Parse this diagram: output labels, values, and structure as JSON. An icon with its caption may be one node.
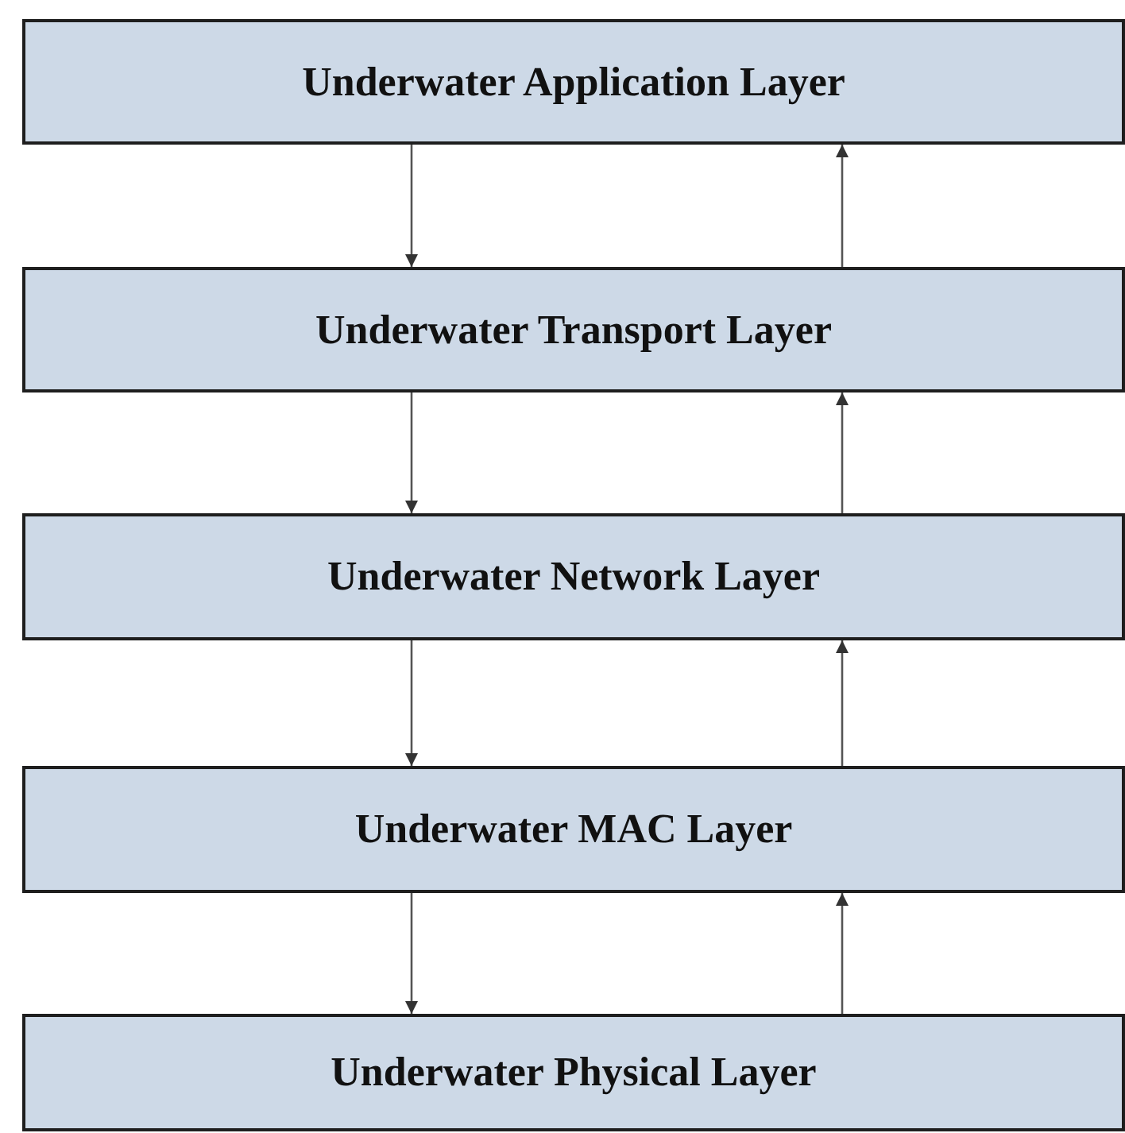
{
  "diagram": {
    "nodes": [
      {
        "text": [
          "Underwater Application Layer"
        ]
      },
      {
        "text": [
          "Underwater Transport Layer"
        ]
      },
      {
        "text": [
          "Underwater Network Layer"
        ]
      },
      {
        "text": [
          "Underwater MAC Layer"
        ]
      },
      {
        "text": [
          "Underwater Physical Layer"
        ]
      }
    ],
    "edges": [
      {
        "from": 0,
        "to": 1,
        "arrow": "to"
      },
      {
        "from": 1,
        "to": 0,
        "arrow": "to"
      },
      {
        "from": 1,
        "to": 2,
        "arrow": "to"
      },
      {
        "from": 2,
        "to": 1,
        "arrow": "to"
      },
      {
        "from": 2,
        "to": 3,
        "arrow": "to"
      },
      {
        "from": 3,
        "to": 2,
        "arrow": "to"
      },
      {
        "from": 3,
        "to": 4,
        "arrow": "to"
      },
      {
        "from": 4,
        "to": 3,
        "arrow": "to"
      }
    ]
  }
}
